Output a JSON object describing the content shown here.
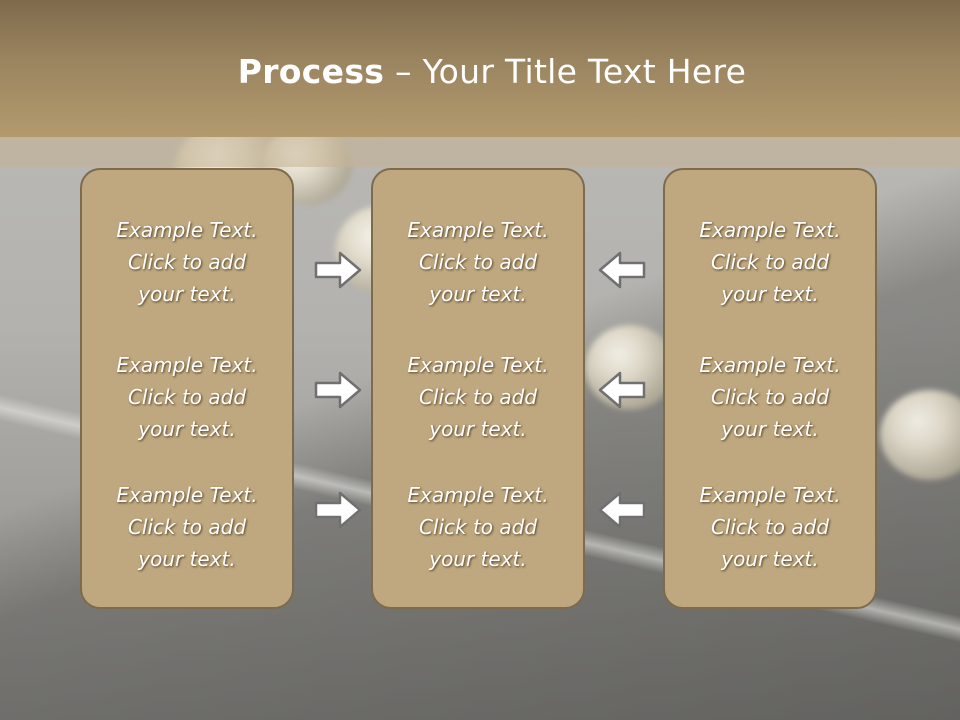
{
  "title": {
    "bold": "Process",
    "rest": " – Your Title Text Here"
  },
  "colors": {
    "header": "#9b8560",
    "box_fill": "#bfa87f",
    "box_border": "#7d6b4c",
    "arrow_fill": "#ffffff",
    "arrow_stroke": "#707070"
  },
  "columns": [
    {
      "items": [
        {
          "line1": "Example Text.",
          "line2": "Click  to add",
          "line3": "your text."
        },
        {
          "line1": "Example Text.",
          "line2": "Click  to add",
          "line3": "your text."
        },
        {
          "line1": "Example Text.",
          "line2": "Click  to add",
          "line3": "your text."
        }
      ]
    },
    {
      "items": [
        {
          "line1": "Example Text.",
          "line2": "Click  to add",
          "line3": "your text."
        },
        {
          "line1": "Example Text.",
          "line2": "Click  to add",
          "line3": "your text."
        },
        {
          "line1": "Example Text.",
          "line2": "Click  to add",
          "line3": "your text."
        }
      ]
    },
    {
      "items": [
        {
          "line1": "Example Text.",
          "line2": "Click  to add",
          "line3": "your text."
        },
        {
          "line1": "Example Text.",
          "line2": "Click  to add",
          "line3": "your text."
        },
        {
          "line1": "Example Text.",
          "line2": "Click  to add",
          "line3": "your text."
        }
      ]
    }
  ],
  "arrows": {
    "left_group": {
      "direction": "right",
      "icon": "arrow-right-icon"
    },
    "right_group": {
      "direction": "left",
      "icon": "arrow-left-icon"
    }
  }
}
